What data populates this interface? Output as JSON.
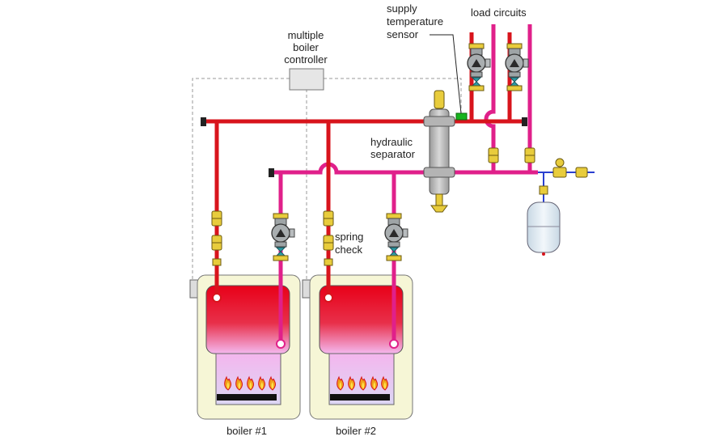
{
  "labels": {
    "controller": [
      "multiple",
      "boiler",
      "controller"
    ],
    "sensor": [
      "supply",
      "temperature",
      "sensor"
    ],
    "load_circuits": "load circuits",
    "separator": [
      "hydraulic",
      "separator"
    ],
    "spring_check": [
      "spring",
      "check"
    ],
    "boiler1": "boiler #1",
    "boiler2": "boiler #2"
  },
  "colors": {
    "supply": "#d8141c",
    "return": "#e0208a",
    "boiler_body": "#f6f6d6",
    "controller": "#e6e6e6",
    "separator": "#b4b4b4",
    "valve": "#e8cc3c",
    "circulator": "#a9aeb0",
    "tank": "#dde8f0",
    "cold_line": "#2a3fd0"
  },
  "flame_count": 5
}
